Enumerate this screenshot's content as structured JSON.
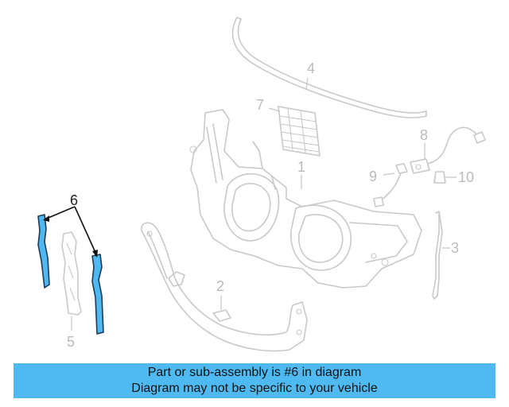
{
  "colors": {
    "highlight": "#4fb8f0",
    "banner": "#4fbaf2",
    "ghost": "#c7c9cc"
  },
  "callouts": {
    "c1": "1",
    "c2": "2",
    "c3": "3",
    "c4": "4",
    "c5": "5",
    "c6": "6",
    "c7": "7",
    "c8": "8",
    "c9": "9",
    "c10": "10"
  },
  "banner": {
    "line1": "Part or sub-assembly is #6 in diagram",
    "line2": "Diagram may not be specific to your vehicle"
  }
}
